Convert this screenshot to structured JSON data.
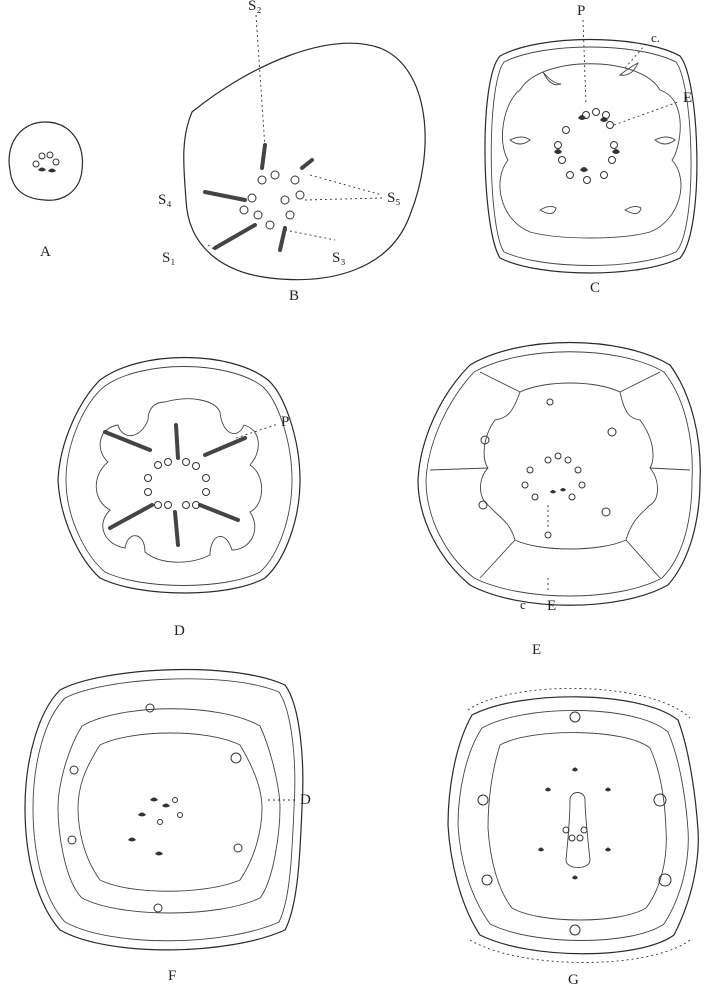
{
  "figures": {
    "A": {
      "label": "A"
    },
    "B": {
      "label": "B",
      "annotations": [
        "S₂",
        "S₄",
        "S₅",
        "S₁",
        "S₃"
      ]
    },
    "C": {
      "label": "C",
      "annotations": [
        "P",
        "c.",
        "E"
      ]
    },
    "D": {
      "label": "D",
      "annotations": [
        "P"
      ]
    },
    "E": {
      "label": "E",
      "annotations": [
        "c",
        "E"
      ]
    },
    "F": {
      "label": "F",
      "annotations": [
        "D"
      ]
    },
    "G": {
      "label": "G"
    }
  }
}
